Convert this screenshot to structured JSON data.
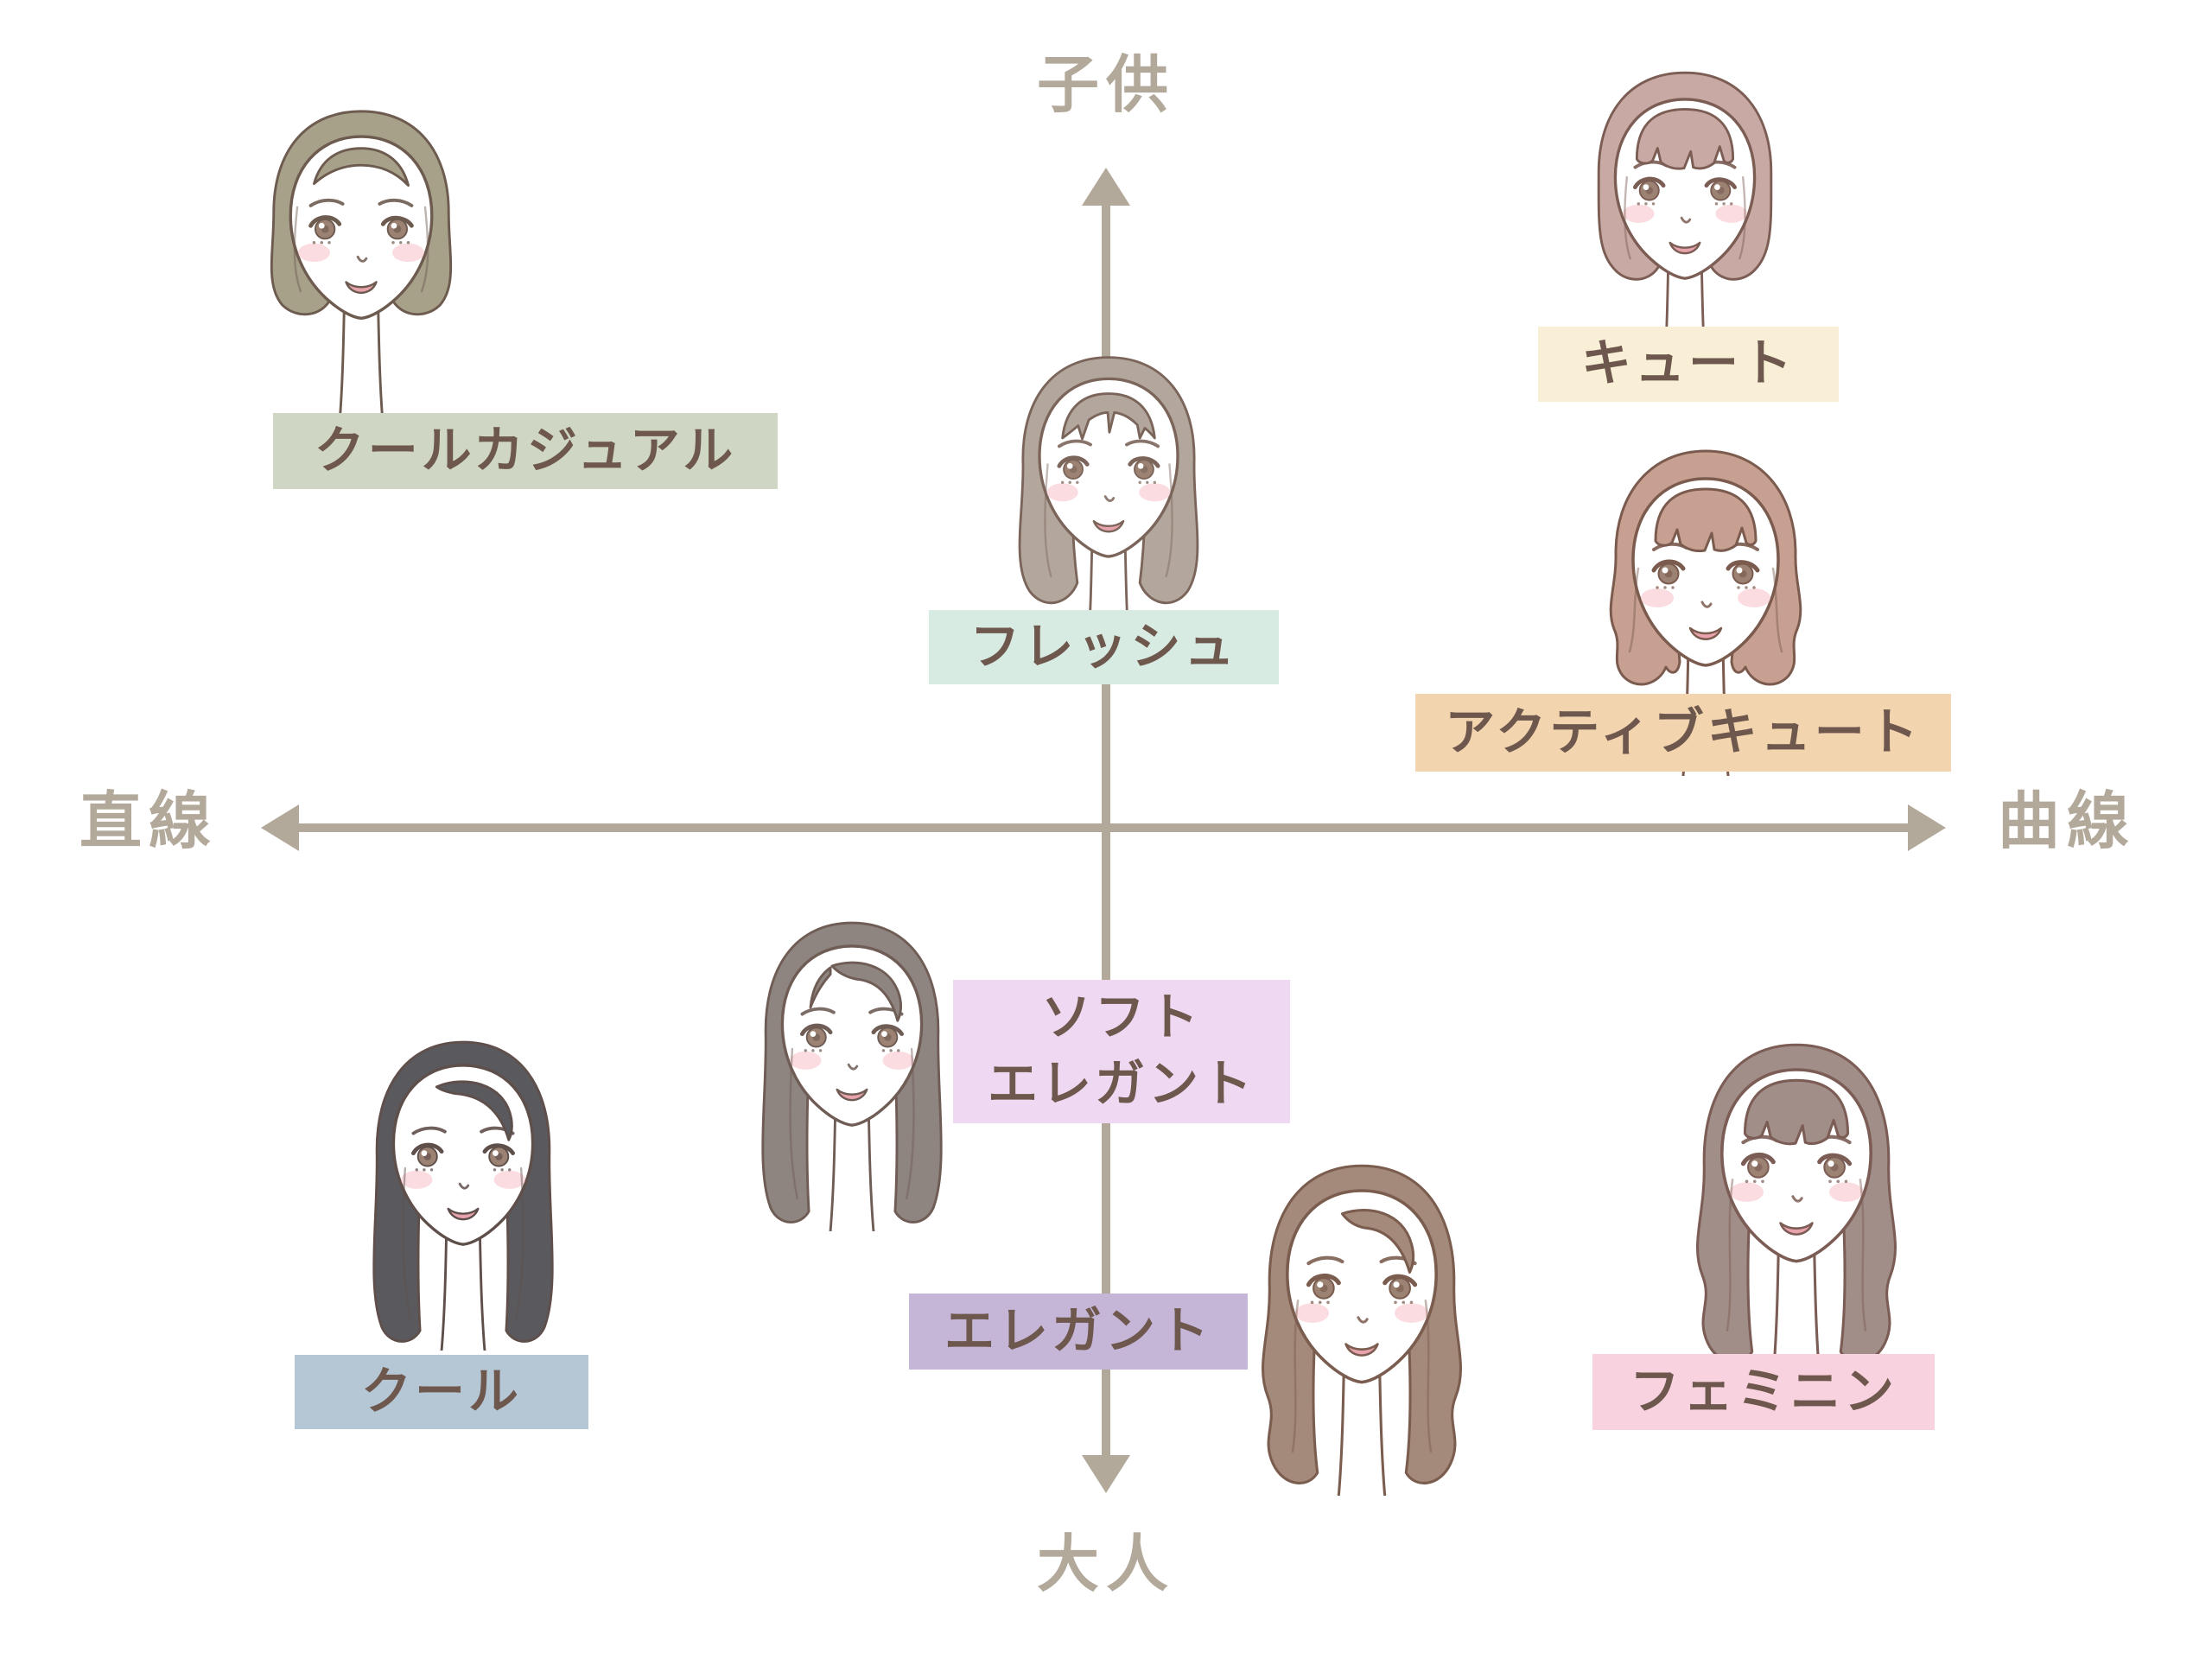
{
  "axes": {
    "color": "#b3a99b",
    "vertical": {
      "top_label": "子供",
      "bottom_label": "大人"
    },
    "horizontal": {
      "left_label": "直線",
      "right_label": "曲線"
    }
  },
  "labels_text_color": "#6e584e",
  "types": [
    {
      "id": "cool-casual",
      "label_lines": [
        "クールカジュアル"
      ],
      "box_color": "#cfd6c4",
      "quadrant": "top-left",
      "face": {
        "style": "bob",
        "hair_color": "#a7a18a",
        "line_color": "#6d5b4f"
      }
    },
    {
      "id": "fresh",
      "label_lines": [
        "フレッシュ"
      ],
      "box_color": "#d8ebe3",
      "quadrant": "top-center",
      "face": {
        "style": "medium-bangs",
        "hair_color": "#b3a79d",
        "line_color": "#7b655a"
      }
    },
    {
      "id": "cute",
      "label_lines": [
        "キュート"
      ],
      "box_color": "#f9efd7",
      "quadrant": "top-right",
      "face": {
        "style": "bob-full-bangs",
        "hair_color": "#c9a9a4",
        "line_color": "#7b5d54"
      }
    },
    {
      "id": "active-cute",
      "label_lines": [
        "アクティブキュート"
      ],
      "box_color": "#f2d4ae",
      "quadrant": "right-upper",
      "face": {
        "style": "wavy-bob-full-bangs",
        "hair_color": "#c7a092",
        "line_color": "#7b5b4e"
      }
    },
    {
      "id": "soft-elegant",
      "label_lines": [
        "ソフト",
        "エレガント"
      ],
      "box_color": "#efd9f2",
      "quadrant": "center-lower",
      "face": {
        "style": "long-side-bangs",
        "hair_color": "#8e8480",
        "line_color": "#6e5c55"
      }
    },
    {
      "id": "elegant",
      "label_lines": [
        "エレガント"
      ],
      "box_color": "#c5b6d8",
      "quadrant": "bottom-center",
      "face": {
        "style": "long-wavy-part",
        "hair_color": "#a48a7a",
        "line_color": "#7b5d4f"
      }
    },
    {
      "id": "cool",
      "label_lines": [
        "クール"
      ],
      "box_color": "#b5c7d4",
      "quadrant": "bottom-left",
      "face": {
        "style": "long-sleek",
        "hair_color": "#5a5a5e",
        "line_color": "#5f4f4b"
      }
    },
    {
      "id": "feminine",
      "label_lines": [
        "フェミニン"
      ],
      "box_color": "#f8d2de",
      "quadrant": "bottom-right",
      "face": {
        "style": "long-wavy-full-bangs",
        "hair_color": "#a28e89",
        "line_color": "#7b5d55"
      }
    }
  ]
}
